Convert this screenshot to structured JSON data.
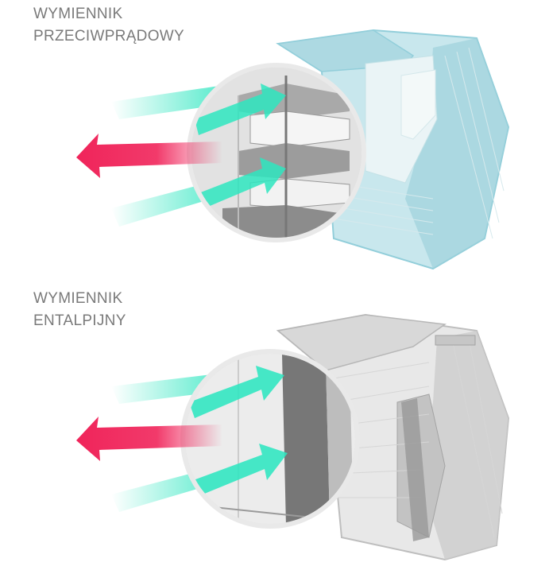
{
  "sections": [
    {
      "title_line1": "WYMIENNIK",
      "title_line2": "PRZECIWPRĄDOWY",
      "type": "counterflow-exchanger"
    },
    {
      "title_line1": "WYMIENNIK",
      "title_line2": "ENTALPIJNY",
      "type": "enthalpy-exchanger"
    }
  ],
  "colors": {
    "fresh_air": "#2ee6c0",
    "exhaust_air": "#f0245a",
    "counterflow_core": "#7fc6d4",
    "enthalpy_core": "#b8b8b8",
    "label_text": "#7a7a7a"
  }
}
